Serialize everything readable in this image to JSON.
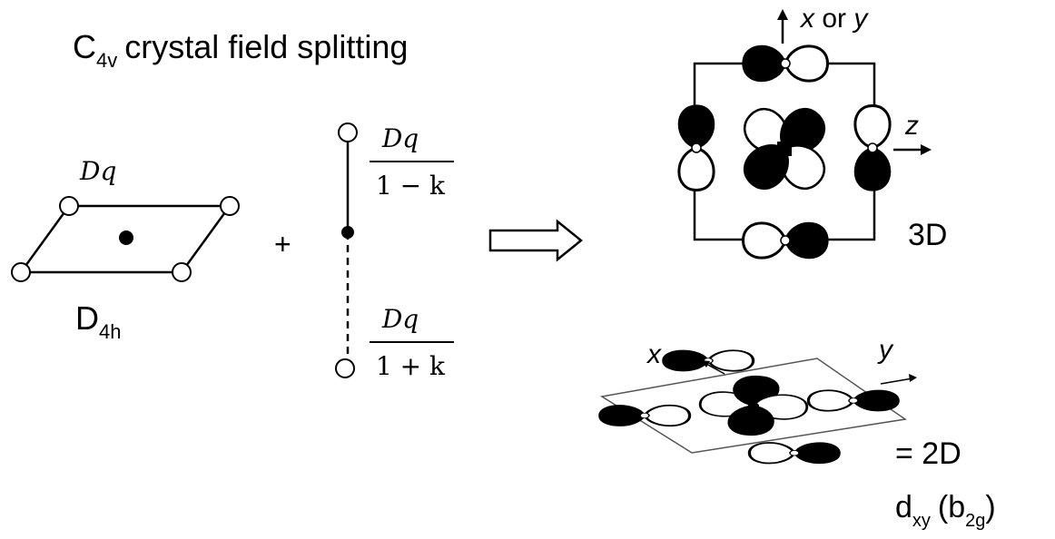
{
  "title": {
    "main": "C",
    "sub": "4v",
    "rest": "crystal field splitting"
  },
  "square": {
    "edge_label": "Dq",
    "symmetry_main": "D",
    "symmetry_sub": "4h"
  },
  "plus_sign": "+",
  "axial": {
    "top_numerator": "Dq",
    "top_denominator": "1 − k",
    "bottom_numerator": "Dq",
    "bottom_denominator": "1 + k"
  },
  "orbital_3d": {
    "axis_vertical": "x or y",
    "axis_vertical_var": "x",
    "axis_vertical_or": "or",
    "axis_vertical_var2": "y",
    "axis_horizontal": "z",
    "label": "3D"
  },
  "orbital_2d": {
    "axis_x": "x",
    "axis_y": "y",
    "label_eq": "= 2D",
    "orbital_main": "d",
    "orbital_sub": "xy",
    "irrep_open": "(b",
    "irrep_sub": "2g",
    "irrep_close": ")"
  }
}
